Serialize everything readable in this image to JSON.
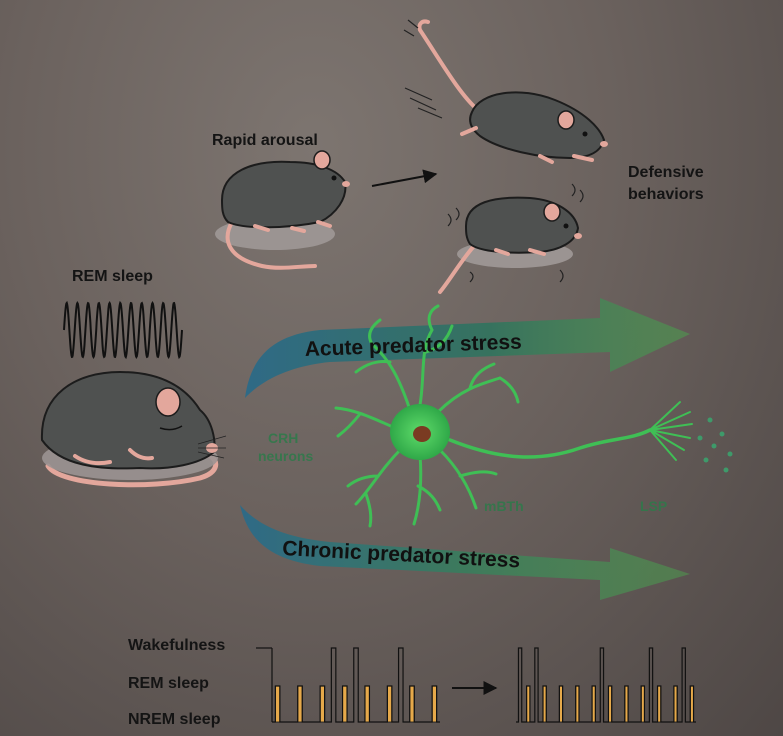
{
  "labels": {
    "rapid_arousal": "Rapid arousal",
    "defensive_line1": "Defensive",
    "defensive_line2": "behaviors",
    "rem_sleep_top": "REM sleep",
    "acute": "Acute predator stress",
    "chronic": "Chronic predator stress",
    "crh_line1": "CRH",
    "crh_line2": "neurons",
    "mbst": "mBTh",
    "lsp": "LSP",
    "wakefulness": "Wakefulness",
    "rem_sleep": "REM sleep",
    "nrem_sleep": "NREM sleep"
  },
  "colors": {
    "mouse_body": "#4f5150",
    "mouse_outline": "#1c1c1c",
    "pink": "#e3a79c",
    "neuron": "#3fbf55",
    "nucleus": "#7a3b22",
    "rem_bar": "#e6a94a",
    "arrow_blue": "#2f6a86",
    "arrow_green": "#4e9a4e"
  },
  "hypnogram": {
    "before": [
      "R",
      "N",
      "R",
      "N",
      "R",
      "W",
      "R",
      "W",
      "R",
      "N",
      "R",
      "W",
      "R",
      "N",
      "R"
    ],
    "after": [
      "W",
      "R",
      "W",
      "R",
      "N",
      "R",
      "N",
      "R",
      "N",
      "R",
      "W",
      "R",
      "N",
      "R",
      "N",
      "R",
      "W",
      "R",
      "N",
      "R",
      "W",
      "R"
    ]
  }
}
